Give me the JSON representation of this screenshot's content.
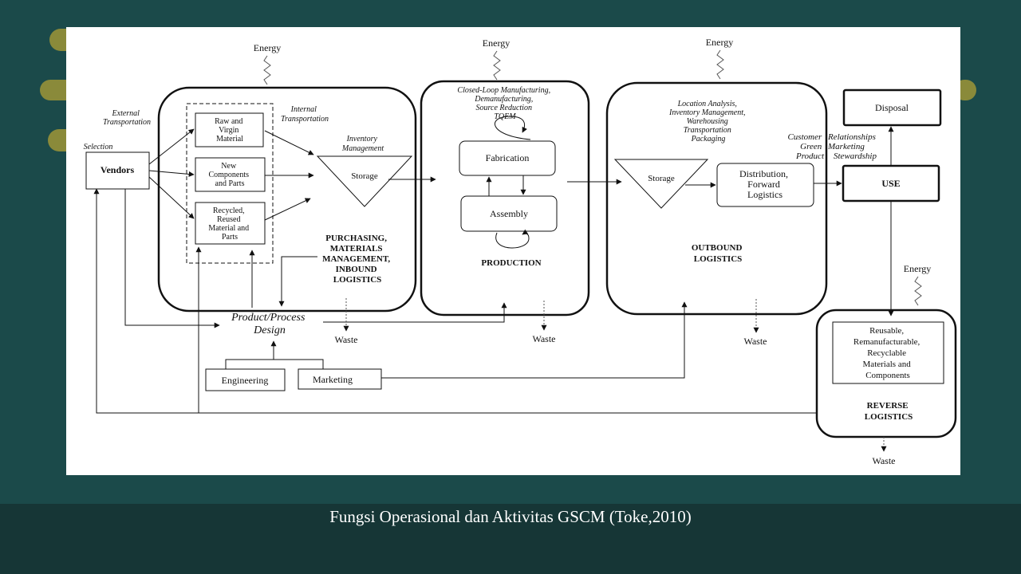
{
  "diagram": {
    "energy_labels": [
      "Energy",
      "Energy",
      "Energy",
      "Energy"
    ],
    "external_transportation": [
      "External",
      "Transportation"
    ],
    "internal_transportation": [
      "Internal",
      "Transportation"
    ],
    "selection": "Selection",
    "vendors": "Vendors",
    "raw_material": [
      "Raw and",
      "Virgin",
      "Material"
    ],
    "new_components": [
      "New",
      "Components",
      "and Parts"
    ],
    "recycled": [
      "Recycled,",
      "Reused",
      "Material and",
      "Parts"
    ],
    "inventory_management": [
      "Inventory",
      "Management"
    ],
    "storage_inbound": "Storage",
    "purchasing_title": [
      "PURCHASING,",
      "MATERIALS",
      "MANAGEMENT,",
      "INBOUND",
      "LOGISTICS"
    ],
    "production_notes": [
      "Closed-Loop Manufacturing,",
      "Demanufacturing,",
      "Source Reduction",
      "TQEM"
    ],
    "fabrication": "Fabrication",
    "assembly": "Assembly",
    "production_title": "PRODUCTION",
    "outbound_notes": [
      "Location Analysis,",
      "Inventory Management,",
      "Warehousing",
      "Transportation",
      "Packaging"
    ],
    "storage_outbound": "Storage",
    "distribution": [
      "Distribution,",
      "Forward",
      "Logistics"
    ],
    "outbound_title": [
      "OUTBOUND",
      "LOGISTICS"
    ],
    "customer_notes": [
      "Customer",
      "Green",
      "Product"
    ],
    "relationship_notes": [
      "Relationships",
      "Marketing",
      "Stewardship"
    ],
    "disposal": "Disposal",
    "use": "USE",
    "reverse_box": [
      "Reusable,",
      "Remanufacturable,",
      "Recyclable",
      "Materials and",
      "Components"
    ],
    "reverse_title": [
      "REVERSE",
      "LOGISTICS"
    ],
    "product_design": [
      "Product/Process",
      "Design"
    ],
    "engineering": "Engineering",
    "marketing": "Marketing",
    "waste_labels": [
      "Waste",
      "Waste",
      "Waste",
      "Waste"
    ]
  },
  "caption": "Fungsi Operasional dan Aktivitas GSCM (Toke,2010)"
}
